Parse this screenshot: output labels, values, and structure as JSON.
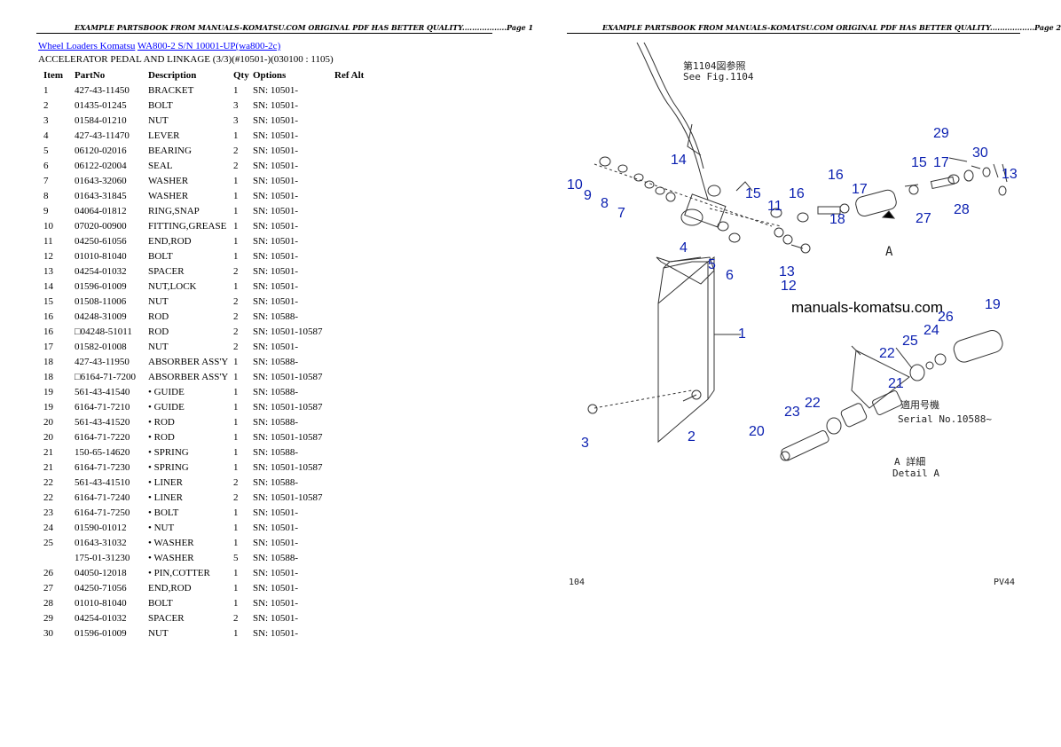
{
  "page1_header": "EXAMPLE PARTSBOOK FROM MANUALS-KOMATSU.COM ORIGINAL PDF HAS BETTER QUALITY..................Page 1",
  "page2_header": "EXAMPLE PARTSBOOK FROM MANUALS-KOMATSU.COM ORIGINAL PDF HAS BETTER QUALITY..................Page 2",
  "breadcrumbs": [
    "Wheel Loaders Komatsu",
    "WA800-2 S/N 10001-UP(wa800-2c)"
  ],
  "subtitle": "ACCELERATOR PEDAL AND LINKAGE (3/3)(#10501-)(030100 : 1105)",
  "columns": [
    "Item",
    "PartNo",
    "Description",
    "Qty",
    "Options",
    "Ref Alt"
  ],
  "rows": [
    [
      "1",
      "427-43-11450",
      "BRACKET",
      "1",
      "SN: 10501-",
      ""
    ],
    [
      "2",
      "01435-01245",
      "BOLT",
      "3",
      "SN: 10501-",
      ""
    ],
    [
      "3",
      "01584-01210",
      "NUT",
      "3",
      "SN: 10501-",
      ""
    ],
    [
      "4",
      "427-43-11470",
      "LEVER",
      "1",
      "SN: 10501-",
      ""
    ],
    [
      "5",
      "06120-02016",
      "BEARING",
      "2",
      "SN: 10501-",
      ""
    ],
    [
      "6",
      "06122-02004",
      "SEAL",
      "2",
      "SN: 10501-",
      ""
    ],
    [
      "7",
      "01643-32060",
      "WASHER",
      "1",
      "SN: 10501-",
      ""
    ],
    [
      "8",
      "01643-31845",
      "WASHER",
      "1",
      "SN: 10501-",
      ""
    ],
    [
      "9",
      "04064-01812",
      "RING,SNAP",
      "1",
      "SN: 10501-",
      ""
    ],
    [
      "10",
      "07020-00900",
      "FITTING,GREASE",
      "1",
      "SN: 10501-",
      ""
    ],
    [
      "11",
      "04250-61056",
      "END,ROD",
      "1",
      "SN: 10501-",
      ""
    ],
    [
      "12",
      "01010-81040",
      "BOLT",
      "1",
      "SN: 10501-",
      ""
    ],
    [
      "13",
      "04254-01032",
      "SPACER",
      "2",
      "SN: 10501-",
      ""
    ],
    [
      "14",
      "01596-01009",
      "NUT,LOCK",
      "1",
      "SN: 10501-",
      ""
    ],
    [
      "15",
      "01508-11006",
      "NUT",
      "2",
      "SN: 10501-",
      ""
    ],
    [
      "16",
      "04248-31009",
      "ROD",
      "2",
      "SN: 10588-",
      ""
    ],
    [
      "16",
      "□04248-51011",
      "ROD",
      "2",
      "SN: 10501-10587",
      ""
    ],
    [
      "17",
      "01582-01008",
      "NUT",
      "2",
      "SN: 10501-",
      ""
    ],
    [
      "18",
      "427-43-11950",
      "ABSORBER ASS'Y",
      "1",
      "SN: 10588-",
      ""
    ],
    [
      "18",
      "□6164-71-7200",
      "ABSORBER ASS'Y",
      "1",
      "SN: 10501-10587",
      ""
    ],
    [
      "19",
      "561-43-41540",
      "• GUIDE",
      "1",
      "SN: 10588-",
      ""
    ],
    [
      "19",
      "6164-71-7210",
      "• GUIDE",
      "1",
      "SN: 10501-10587",
      ""
    ],
    [
      "20",
      "561-43-41520",
      "• ROD",
      "1",
      "SN: 10588-",
      ""
    ],
    [
      "20",
      "6164-71-7220",
      "• ROD",
      "1",
      "SN: 10501-10587",
      ""
    ],
    [
      "21",
      "150-65-14620",
      "• SPRING",
      "1",
      "SN: 10588-",
      ""
    ],
    [
      "21",
      "6164-71-7230",
      "• SPRING",
      "1",
      "SN: 10501-10587",
      ""
    ],
    [
      "22",
      "561-43-41510",
      "• LINER",
      "2",
      "SN: 10588-",
      ""
    ],
    [
      "22",
      "6164-71-7240",
      "• LINER",
      "2",
      "SN: 10501-10587",
      ""
    ],
    [
      "23",
      "6164-71-7250",
      "• BOLT",
      "1",
      "SN: 10501-",
      ""
    ],
    [
      "24",
      "01590-01012",
      "• NUT",
      "1",
      "SN: 10501-",
      ""
    ],
    [
      "25",
      "01643-31032",
      "• WASHER",
      "1",
      "SN: 10501-",
      ""
    ],
    [
      "",
      "175-01-31230",
      "• WASHER",
      "5",
      "SN: 10588-",
      ""
    ],
    [
      "26",
      "04050-12018",
      "• PIN,COTTER",
      "1",
      "SN: 10501-",
      ""
    ],
    [
      "27",
      "04250-71056",
      "END,ROD",
      "1",
      "SN: 10501-",
      ""
    ],
    [
      "28",
      "01010-81040",
      "BOLT",
      "1",
      "SN: 10501-",
      ""
    ],
    [
      "29",
      "04254-01032",
      "SPACER",
      "2",
      "SN: 10501-",
      ""
    ],
    [
      "30",
      "01596-01009",
      "NUT",
      "1",
      "SN: 10501-",
      ""
    ]
  ],
  "diagram": {
    "ref_jp": "第1104図参照",
    "ref_en": "See Fig.1104",
    "watermark": "manuals-komatsu.com",
    "view_label": "A",
    "serial_jp": "適用号機",
    "serial_en": "Serial No.10588~",
    "detail_jp": "A 詳細",
    "detail_en": "Detail A",
    "footer_left": "104",
    "footer_right": "PV44",
    "callouts": [
      "1",
      "2",
      "3",
      "4",
      "5",
      "6",
      "7",
      "8",
      "9",
      "10",
      "11",
      "12",
      "13",
      "14",
      "15",
      "16",
      "17",
      "18",
      "17",
      "16",
      "15",
      "27",
      "28",
      "29",
      "30",
      "13",
      "19",
      "26",
      "24",
      "25",
      "22",
      "21",
      "22",
      "23",
      "20"
    ],
    "callout_color": "#0a1fb0"
  }
}
